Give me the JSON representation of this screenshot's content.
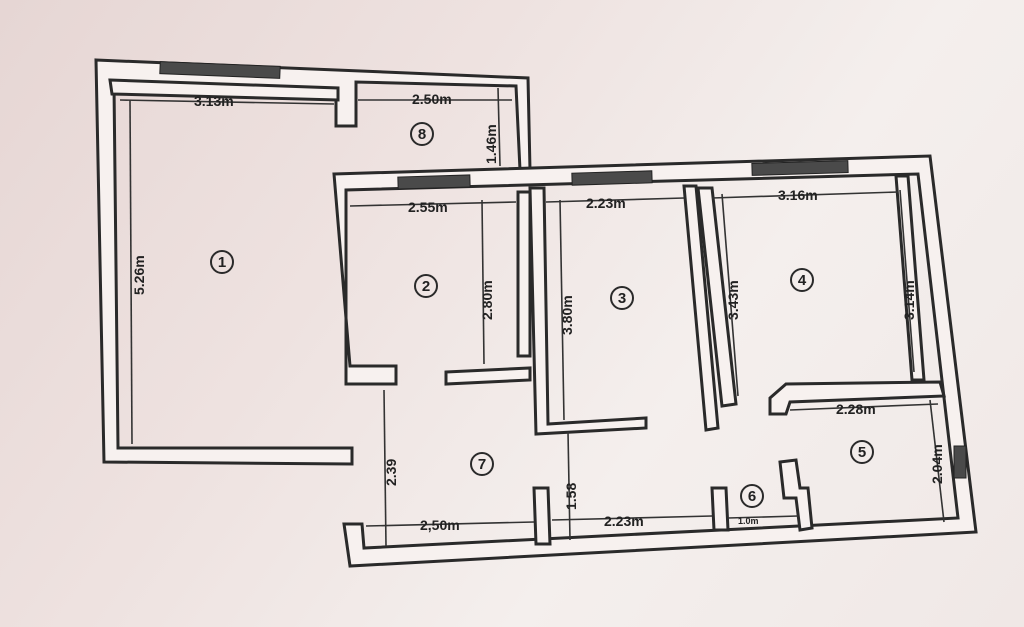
{
  "plan": {
    "rooms": [
      {
        "number": "1"
      },
      {
        "number": "2"
      },
      {
        "number": "3"
      },
      {
        "number": "4"
      },
      {
        "number": "5"
      },
      {
        "number": "6"
      },
      {
        "number": "7"
      },
      {
        "number": "8"
      }
    ],
    "dimensions": {
      "room1_width": "3.13m",
      "room1_height": "5.26m",
      "room8_width": "2.50m",
      "room8_height": "1.46m",
      "room2_width": "2.55m",
      "room2_height": "2.80m",
      "room3_width": "2.23m",
      "room3_height": "3.80m",
      "room4_width": "3.16m",
      "room4_left_height": "3.43m",
      "room4_right_height": "3.14m",
      "room5_width": "2.28m",
      "room5_height": "2.04m",
      "room7_height": "2.39",
      "room7_width": "2,50m",
      "hall_height": "1.58",
      "hall_width": "2.23m",
      "room6_label": "1.0m"
    }
  }
}
